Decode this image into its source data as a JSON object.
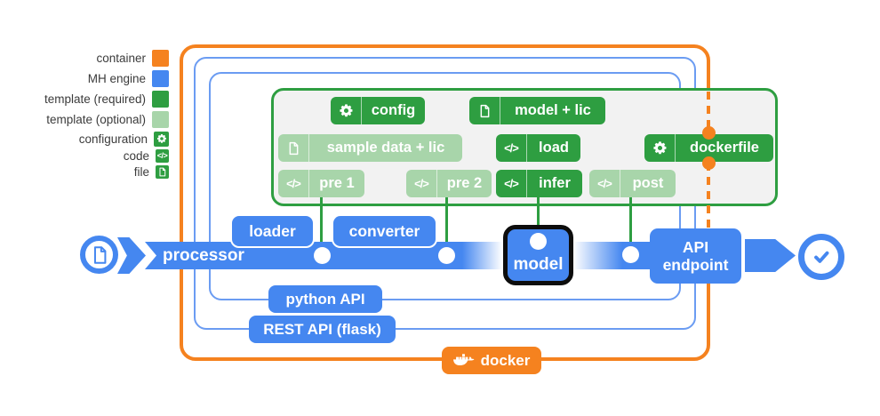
{
  "legend": {
    "items": [
      {
        "label": "container",
        "swatch": "container-orange-square"
      },
      {
        "label": "MH engine",
        "swatch": "engine-blue-square"
      },
      {
        "label": "template (required)",
        "swatch": "required-green-square"
      },
      {
        "label": "template (optional)",
        "swatch": "optional-light-green-square"
      },
      {
        "label": "configuration",
        "swatch": "gear-icon"
      },
      {
        "label": "code",
        "swatch": "code-icon"
      },
      {
        "label": "file",
        "swatch": "file-icon"
      }
    ]
  },
  "pipeline": {
    "processor_label": "processor",
    "loader_label": "loader",
    "converter_label": "converter",
    "model_label": "model",
    "api_endpoint_label": "API endpoint",
    "start_icon": "file-icon",
    "end_icon": "checkmark-icon"
  },
  "engine": {
    "python_api_label": "python API",
    "rest_api_label": "REST API (flask)"
  },
  "container": {
    "docker_label": "docker",
    "docker_icon": "docker-whale-icon"
  },
  "template_box": {
    "badges": [
      {
        "label": "config",
        "type": "required",
        "icon": "gear-icon"
      },
      {
        "label": "model + lic",
        "type": "required",
        "icon": "file-icon"
      },
      {
        "label": "sample data + lic",
        "type": "optional",
        "icon": "file-icon"
      },
      {
        "label": "load",
        "type": "required",
        "icon": "code-icon"
      },
      {
        "label": "dockerfile",
        "type": "required",
        "icon": "gear-icon"
      },
      {
        "label": "pre 1",
        "type": "optional",
        "icon": "code-icon"
      },
      {
        "label": "pre 2",
        "type": "optional",
        "icon": "code-icon"
      },
      {
        "label": "infer",
        "type": "required",
        "icon": "code-icon"
      },
      {
        "label": "post",
        "type": "optional",
        "icon": "code-icon"
      }
    ]
  },
  "icons": {
    "code_glyph": "</>"
  },
  "colors": {
    "container_orange": "#f5821f",
    "engine_blue": "#4587f0",
    "engine_line_blue": "#6b9cf2",
    "template_required_green": "#2e9e41",
    "template_optional_green": "#a8d5aa",
    "template_box_fill": "#f2f2f2",
    "model_border_black": "#0d0d0d"
  }
}
